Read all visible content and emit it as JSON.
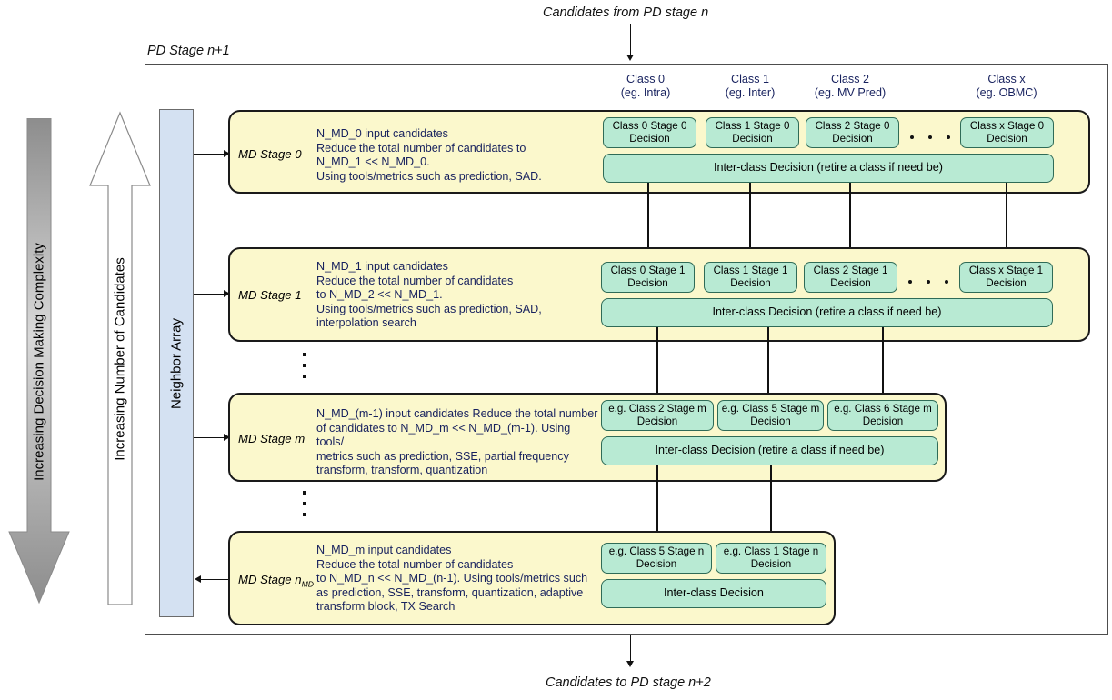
{
  "top_caption": "Candidates from PD stage n",
  "bottom_caption": "Candidates to PD stage n+2",
  "frame_label": "PD Stage n+1",
  "neighbor_array": {
    "label": "Neighbor Array"
  },
  "side_arrows": [
    {
      "label": "Increasing Decision Making Complexity",
      "direction": "down",
      "style": "gray-gradient"
    },
    {
      "label": "Increasing Number of Candidates",
      "direction": "up",
      "style": "white-outline"
    }
  ],
  "class_headers": [
    {
      "name": "Class 0",
      "example": "(eg. Intra)"
    },
    {
      "name": "Class 1",
      "example": "(eg. Inter)"
    },
    {
      "name": "Class 2",
      "example": "(eg. MV Pred)"
    },
    {
      "name": "Class x",
      "example": "(eg. OBMC)"
    }
  ],
  "stages": [
    {
      "label": "MD Stage 0",
      "label_sub": "",
      "description": "N_MD_0 input candidates\nReduce the total number of candidates to\nN_MD_1 << N_MD_0.\nUsing tools/metrics such as prediction, SAD.",
      "decisions": [
        "Class 0 Stage 0 Decision",
        "Class 1 Stage 0 Decision",
        "Class 2 Stage 0 Decision",
        "Class x Stage 0 Decision"
      ],
      "inter_class": "Inter-class Decision (retire a class if need be)",
      "has_ellipsis": true
    },
    {
      "label": "MD Stage 1",
      "label_sub": "",
      "description": "N_MD_1 input candidates\nReduce the total number of candidates\nto N_MD_2 << N_MD_1.\nUsing tools/metrics such as prediction, SAD,\ninterpolation search",
      "decisions": [
        "Class 0 Stage 1 Decision",
        "Class 1 Stage 1 Decision",
        "Class 2 Stage 1 Decision",
        "Class x Stage 1 Decision"
      ],
      "inter_class": "Inter-class Decision (retire a class if need be)",
      "has_ellipsis": true
    },
    {
      "label": "MD Stage m",
      "label_sub": "",
      "description": "N_MD_(m-1) input candidates Reduce the total number\nof candidates to N_MD_m << N_MD_(m-1). Using tools/\nmetrics such as prediction, SSE, partial frequency\ntransform, transform, quantization",
      "decisions": [
        "e.g. Class 2 Stage m Decision",
        "e.g. Class 5 Stage m Decision",
        "e.g. Class 6 Stage m Decision"
      ],
      "inter_class": "Inter-class Decision (retire a class if need be)",
      "has_ellipsis": false
    },
    {
      "label": "MD Stage n",
      "label_sub": "MD",
      "description": "N_MD_m input candidates\nReduce the total number of candidates\nto N_MD_n << N_MD_(n-1). Using tools/metrics such\nas prediction, SSE, transform, quantization, adaptive\ntransform block, TX Search",
      "decisions": [
        "e.g. Class 5 Stage n Decision",
        "e.g. Class 1 Stage n Decision"
      ],
      "inter_class": "Inter-class Decision",
      "has_ellipsis": false
    }
  ],
  "vertical_ellipses": 2,
  "colors": {
    "stage_fill": "#fbf8cc",
    "decision_fill": "#b8ead3",
    "decision_border": "#2f6b57",
    "neighbor_fill": "#d4e1f2",
    "header_text": "#17215e",
    "desc_text": "#17215e"
  }
}
